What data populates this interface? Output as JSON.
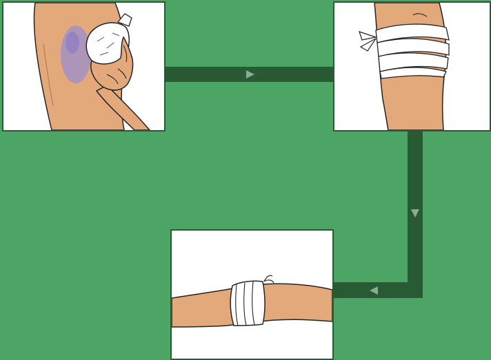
{
  "colors": {
    "background": "#4ca565",
    "connector": "#285a33",
    "arrow": "#8cab93",
    "panel_border": "#2c5a35",
    "skin": "#e3a97a",
    "skin_shadow": "#cf925f",
    "bruise": "#9b8fd0",
    "bandage": "#ffffff",
    "outline": "#222222"
  },
  "steps": [
    {
      "name": "ice-pack-on-bruise",
      "icon": "ice-pack-hand-icon"
    },
    {
      "name": "compression-bandage-arm",
      "icon": "arm-bandage-icon"
    },
    {
      "name": "bandaged-knee-elevated",
      "icon": "knee-bandage-icon"
    }
  ],
  "arrows": [
    "right",
    "down",
    "left"
  ]
}
